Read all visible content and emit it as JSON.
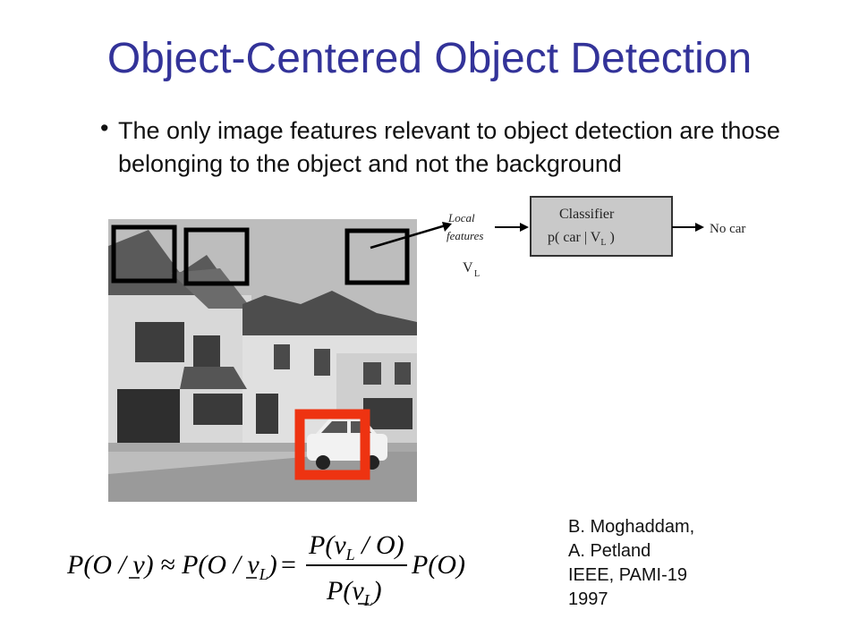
{
  "slide": {
    "title": "Object-Centered Object Detection",
    "bullet": "The only image features relevant to object detection are those belonging to the object and not the background"
  },
  "diagram": {
    "input_label_line1": "Local",
    "input_label_line2": "features",
    "vector_symbol": "V",
    "vector_subscript": "L",
    "classifier_title": "Classifier",
    "classifier_formula_main": "p( car | V",
    "classifier_formula_sub": "L",
    "classifier_formula_end": " )",
    "output_label": "No car"
  },
  "equation": {
    "lhs": "P(O / v) ≈ P(O / v",
    "lhs_sub": "L",
    "lhs_end": ")",
    "numerator": "P(v",
    "numerator_sub": "L",
    "numerator_end": " / O)",
    "denominator": "P(v",
    "denominator_sub": "L",
    "denominator_end": ")",
    "rhs": "P(O)"
  },
  "citation": {
    "lines": [
      "B. Moghaddam,",
      "A. Petland",
      "IEEE, PAMI-19",
      "1997"
    ]
  },
  "colors": {
    "title": "#333399",
    "highlight_box": "#ee3311"
  },
  "icons": {
    "photo": "street-with-car-photo"
  }
}
